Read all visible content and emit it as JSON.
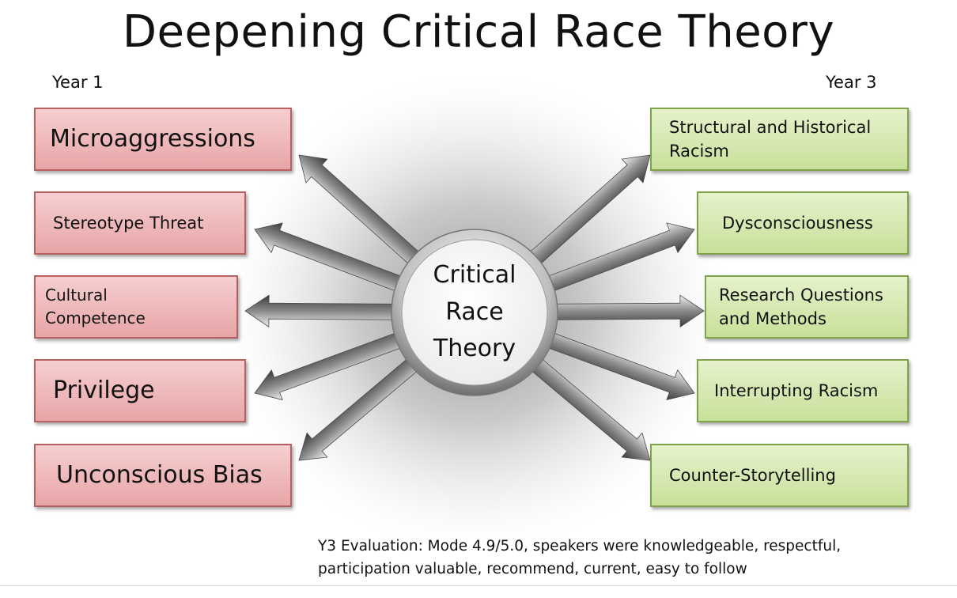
{
  "title": "Deepening Critical Race Theory",
  "year_left": "Year 1",
  "year_right": "Year 3",
  "center": {
    "label": "Critical\nRace\nTheory"
  },
  "left_items": [
    {
      "label": "Microaggressions"
    },
    {
      "label": "Stereotype Threat"
    },
    {
      "label": "Cultural Competence"
    },
    {
      "label": "Privilege"
    },
    {
      "label": "Unconscious Bias"
    }
  ],
  "right_items": [
    {
      "label": "Structural and Historical Racism"
    },
    {
      "label": "Dysconsciousness"
    },
    {
      "label": "Research Questions and Methods"
    },
    {
      "label": "Interrupting Racism"
    },
    {
      "label": "Counter-Storytelling"
    }
  ],
  "evaluation_note": "Y3 Evaluation: Mode 4.9/5.0, speakers were knowledgeable, respectful, participation  valuable, recommend, current, easy to follow",
  "colors": {
    "year1_box_fill": "#e9a9aa",
    "year1_box_border": "#b8605f",
    "year3_box_fill": "#cfe3a6",
    "year3_box_border": "#7fa24a",
    "arrow_fill": "#9a9a9a"
  }
}
